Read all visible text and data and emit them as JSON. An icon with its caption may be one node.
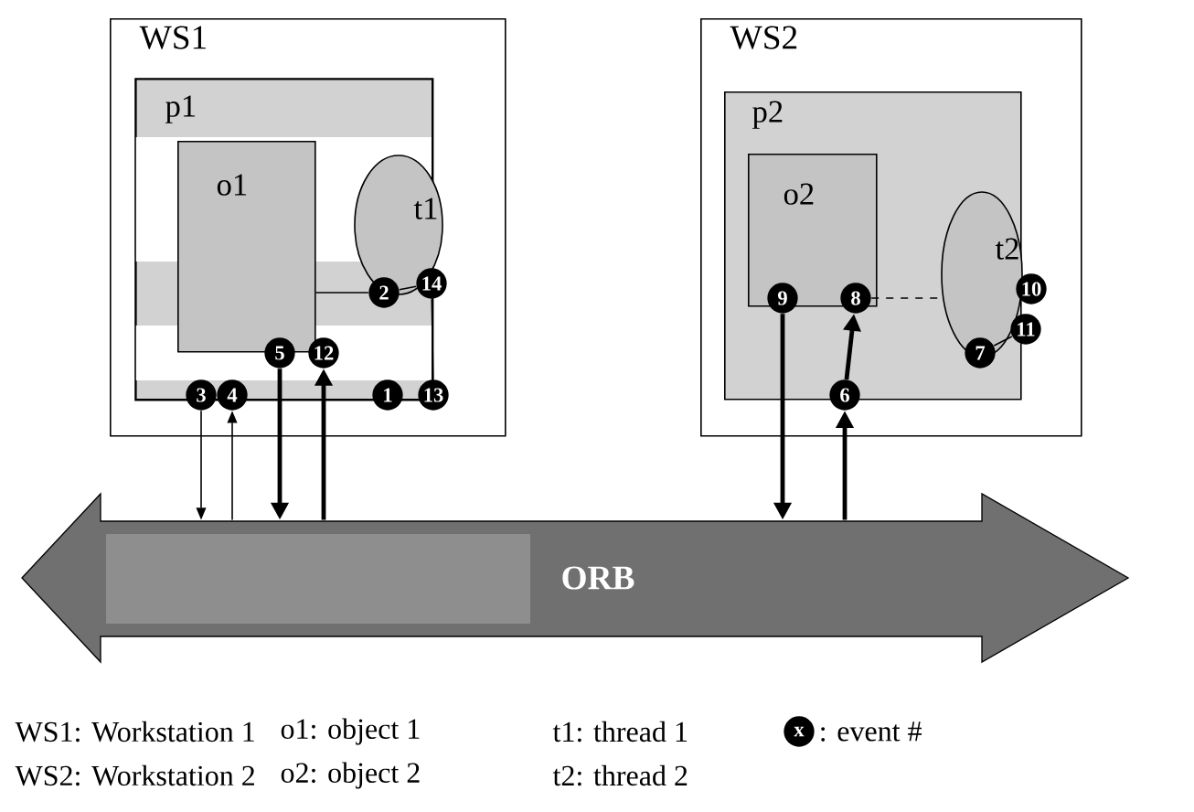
{
  "diagram": {
    "nodes": [
      {
        "text": [
          "WS1"
        ]
      },
      {
        "text": [
          "p1"
        ],
        "in": 0
      },
      {
        "text": [
          "o1"
        ],
        "in": 1
      },
      {
        "text": [
          "t1"
        ],
        "in": 1
      },
      {
        "text": [
          "WS2"
        ]
      },
      {
        "text": [
          "p2"
        ],
        "in": 4
      },
      {
        "text": [
          "o2"
        ],
        "in": 5
      },
      {
        "text": [
          "t2"
        ],
        "in": 5
      },
      {
        "text": [
          "ORB"
        ]
      },
      {
        "text": [
          "1"
        ],
        "in": 0
      },
      {
        "text": [
          "2"
        ],
        "in": 1
      },
      {
        "text": [
          "3"
        ],
        "in": 0
      },
      {
        "text": [
          "4"
        ],
        "in": 0
      },
      {
        "text": [
          "5"
        ],
        "in": 1
      },
      {
        "text": [
          "6"
        ],
        "in": 4
      },
      {
        "text": [
          "7"
        ],
        "in": 5
      },
      {
        "text": [
          "8"
        ],
        "in": 5
      },
      {
        "text": [
          "9"
        ],
        "in": 5
      },
      {
        "text": [
          "10"
        ],
        "in": 4
      },
      {
        "text": [
          "11"
        ],
        "in": 4
      },
      {
        "text": [
          "12"
        ],
        "in": 1
      },
      {
        "text": [
          "13"
        ],
        "in": 0
      },
      {
        "text": [
          "14"
        ],
        "in": 0
      },
      {
        "text": [
          "x"
        ],
        "beside": [
          ": event #"
        ]
      }
    ],
    "edges": [
      {
        "from": 11,
        "to": 8,
        "arrow": "to"
      },
      {
        "from": 8,
        "to": 12,
        "arrow": "to"
      },
      {
        "from": 13,
        "to": 8,
        "arrow": "to",
        "style": "thick"
      },
      {
        "from": 8,
        "to": 20,
        "arrow": "to",
        "style": "thick"
      },
      {
        "from": 17,
        "to": 8,
        "arrow": "to",
        "style": "thick"
      },
      {
        "from": 8,
        "to": 14,
        "arrow": "to",
        "style": "thick"
      },
      {
        "from": 14,
        "to": 16,
        "arrow": "to",
        "style": "thick"
      },
      {
        "from": 2,
        "to": 10,
        "arrow": "none"
      },
      {
        "from": 10,
        "to": 22,
        "arrow": "none"
      },
      {
        "from": 22,
        "to": 21,
        "arrow": "none"
      },
      {
        "from": 16,
        "to": 7,
        "arrow": "none",
        "style": "dashed"
      },
      {
        "from": 15,
        "to": 19,
        "arrow": "none"
      }
    ],
    "labels": [
      "WS1: Workstation 1",
      "o1: object 1",
      "t1: thread 1",
      "WS2: Workstation 2",
      "o2: object 2",
      "t2: thread 2"
    ]
  }
}
